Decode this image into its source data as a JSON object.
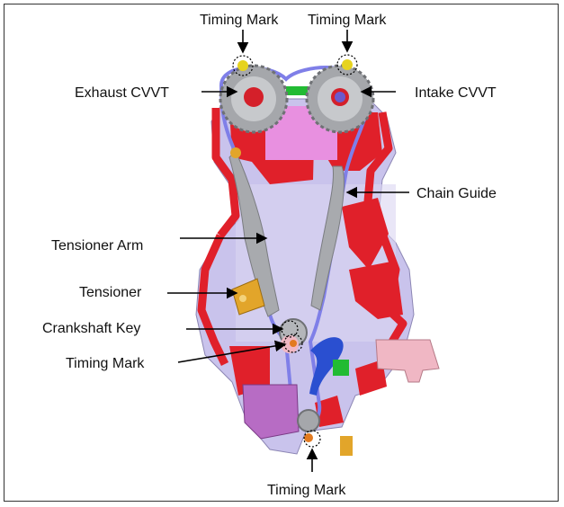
{
  "labels": {
    "timing_mark_exhaust": "Timing Mark",
    "timing_mark_intake": "Timing Mark",
    "exhaust_cvvt": "Exhaust CVVT",
    "intake_cvvt": "Intake CVVT",
    "chain_guide": "Chain Guide",
    "tensioner_arm": "Tensioner Arm",
    "tensioner": "Tensioner",
    "crankshaft_key": "Crankshaft Key",
    "timing_mark_crank": "Timing Mark",
    "timing_mark_bottom": "Timing Mark"
  },
  "colors": {
    "engine_red": "#e0202a",
    "cover_lavender": "#c9c3ec",
    "chain_blue": "#7f7fe8",
    "gear_gray": "#a5a7ab",
    "tensioner_gold": "#e2a52a",
    "magenta_panel": "#e890e0",
    "pump_pink": "#f0b7c4",
    "oil_pump_purple": "#b76cc4",
    "accent_green": "#22bb33"
  }
}
